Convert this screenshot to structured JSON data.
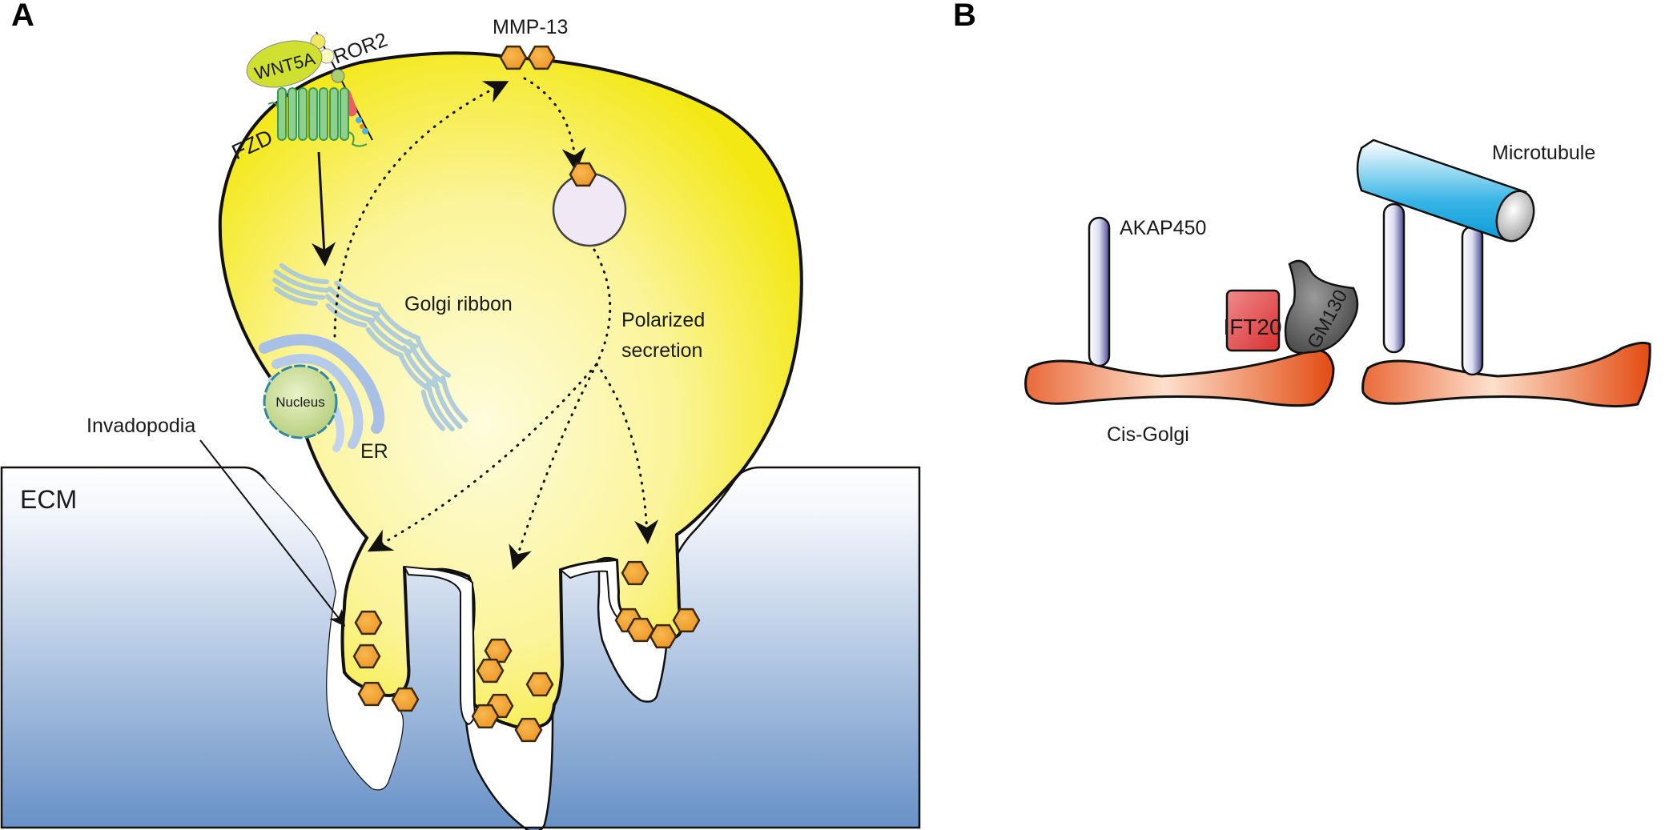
{
  "panels": {
    "a": {
      "letter": "A",
      "labels": {
        "wnt5a": "WNT5A",
        "ror2": "ROR2",
        "fzd": "FZD",
        "mmp13": "MMP-13",
        "golgi_ribbon": "Golgi ribbon",
        "polarized_line1": "Polarized",
        "polarized_line2": "secretion",
        "nucleus": "Nucleus",
        "er": "ER",
        "invadopodia": "Invadopodia",
        "ecm": "ECM"
      },
      "colors": {
        "cell": "#f5ec1e",
        "cell_center": "#fefbd8",
        "mmp13": "#f0a030",
        "ecm_top": "#ffffff",
        "ecm_bottom": "#6690c6",
        "vesicle": "#f0e8f4",
        "nucleus": "#cfe0a0",
        "er": "#a9c2e6",
        "golgi": "#a8c8d8"
      }
    },
    "b": {
      "letter": "B",
      "labels": {
        "microtubule": "Microtubule",
        "akap450": "AKAP450",
        "ift20": "IFT20",
        "gm130": "GM130",
        "cis_golgi": "Cis-Golgi"
      },
      "colors": {
        "microtubule": "#1aa8e0",
        "akap450": "#5a5aa0",
        "ift20": "#e04040",
        "gm130": "#555555",
        "cis_golgi": "#e85020"
      }
    }
  }
}
